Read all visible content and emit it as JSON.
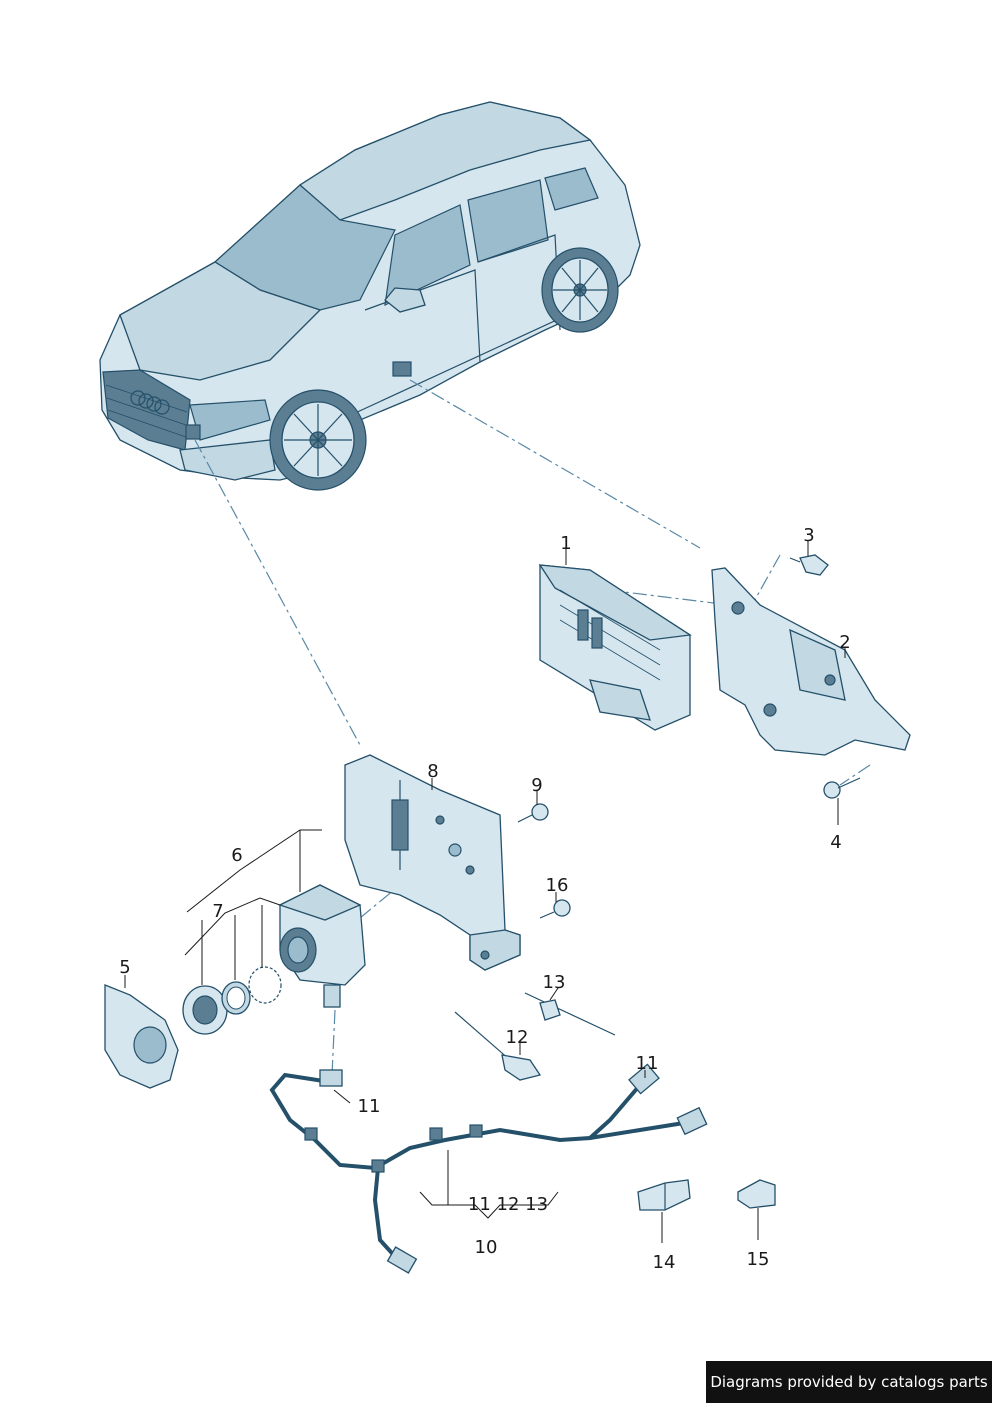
{
  "callouts": {
    "c1": "1",
    "c2": "2",
    "c3": "3",
    "c4": "4",
    "c5": "5",
    "c6": "6",
    "c7": "7",
    "c8": "8",
    "c9": "9",
    "c10": "10",
    "c11a": "11",
    "c11b": "11",
    "c111213": "11 12 13",
    "c12": "12",
    "c13": "13",
    "c14": "14",
    "c15": "15",
    "c16": "16"
  },
  "footer": {
    "text": "Diagrams provided by catalogs parts"
  }
}
